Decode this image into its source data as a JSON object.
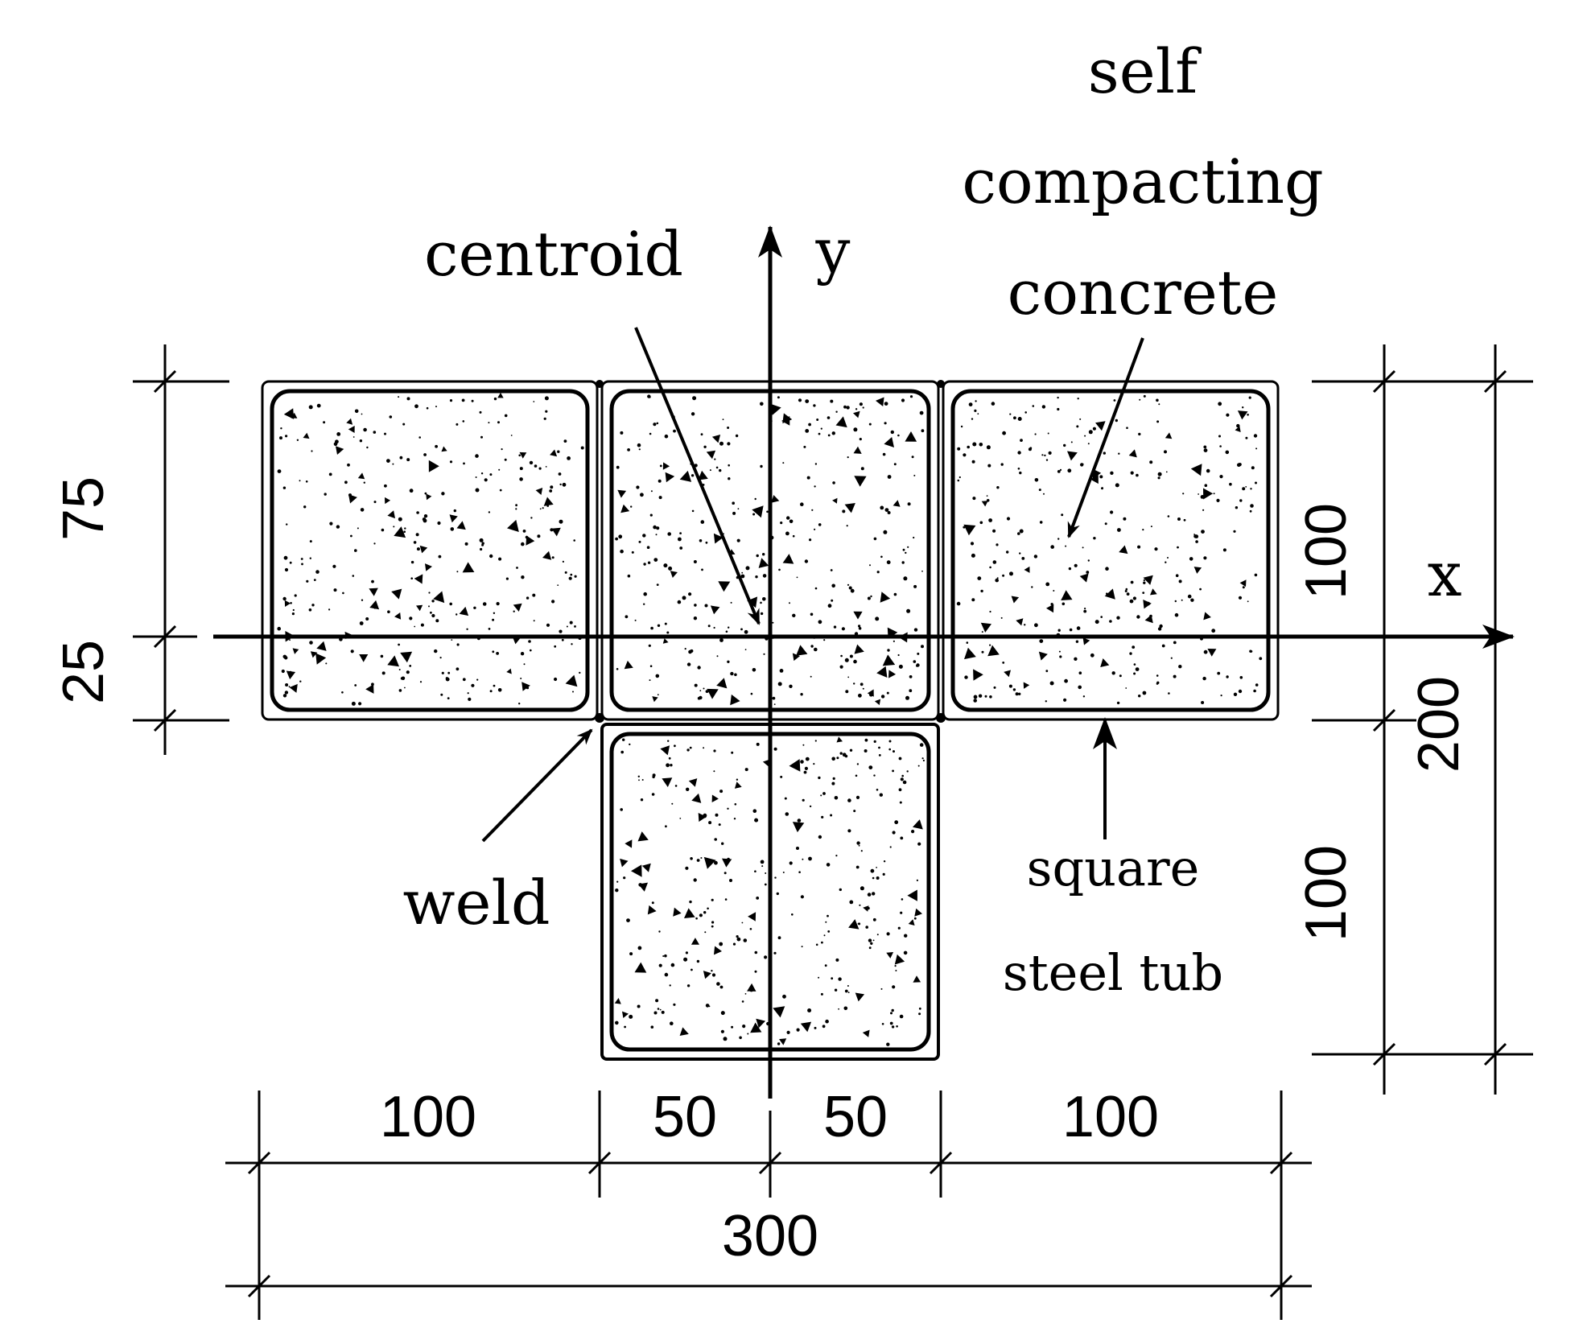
{
  "labels": {
    "concrete_line1": "self",
    "concrete_line2": "compacting",
    "concrete_line3": "concrete",
    "centroid": "centroid",
    "axis_y": "y",
    "axis_x": "x",
    "weld": "weld",
    "tube_line1": "square",
    "tube_line2": "steel tub"
  },
  "dimensions": {
    "left_top": "75",
    "left_bottom": "25",
    "right_inner_top": "100",
    "right_inner_bottom": "100",
    "right_outer": "200",
    "bottom_a": "100",
    "bottom_b": "50",
    "bottom_c": "50",
    "bottom_d": "100",
    "bottom_total": "300"
  },
  "colors": {
    "ink": "#000000",
    "background": "#ffffff"
  }
}
